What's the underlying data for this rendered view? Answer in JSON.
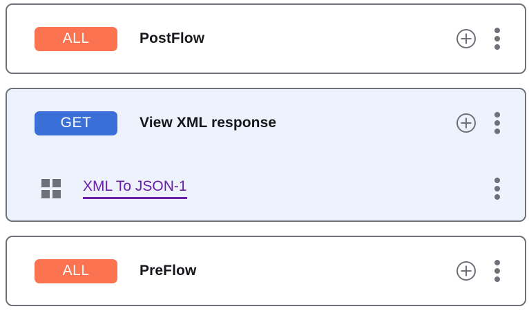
{
  "panel": {
    "name": "proxy-endpoint-flow-list"
  },
  "colors": {
    "badge_all": "#fb7350",
    "badge_get": "#3a6fd8",
    "selected_card_background": "#eef2fc",
    "card_border": "#6e7178",
    "link_purple": "#6b1fa8",
    "icon_gray": "#6e7178",
    "title_text": "#16181c"
  },
  "cards": [
    {
      "id": "postflow",
      "selected": false,
      "header": {
        "badge_label": "ALL",
        "badge_type": "all",
        "title": "PostFlow",
        "add_icon": "plus-circle-icon",
        "menu_icon": "kebab-menu-icon"
      },
      "steps": []
    },
    {
      "id": "view-xml-response",
      "selected": true,
      "header": {
        "badge_label": "GET",
        "badge_type": "get",
        "title": "View XML response",
        "add_icon": "plus-circle-icon",
        "menu_icon": "kebab-menu-icon"
      },
      "steps": [
        {
          "icon": "grid-policy-icon",
          "label": "XML To JSON-1",
          "menu_icon": "kebab-menu-icon"
        }
      ]
    },
    {
      "id": "preflow",
      "selected": false,
      "header": {
        "badge_label": "ALL",
        "badge_type": "all",
        "title": "PreFlow",
        "add_icon": "plus-circle-icon",
        "menu_icon": "kebab-menu-icon"
      },
      "steps": []
    }
  ]
}
